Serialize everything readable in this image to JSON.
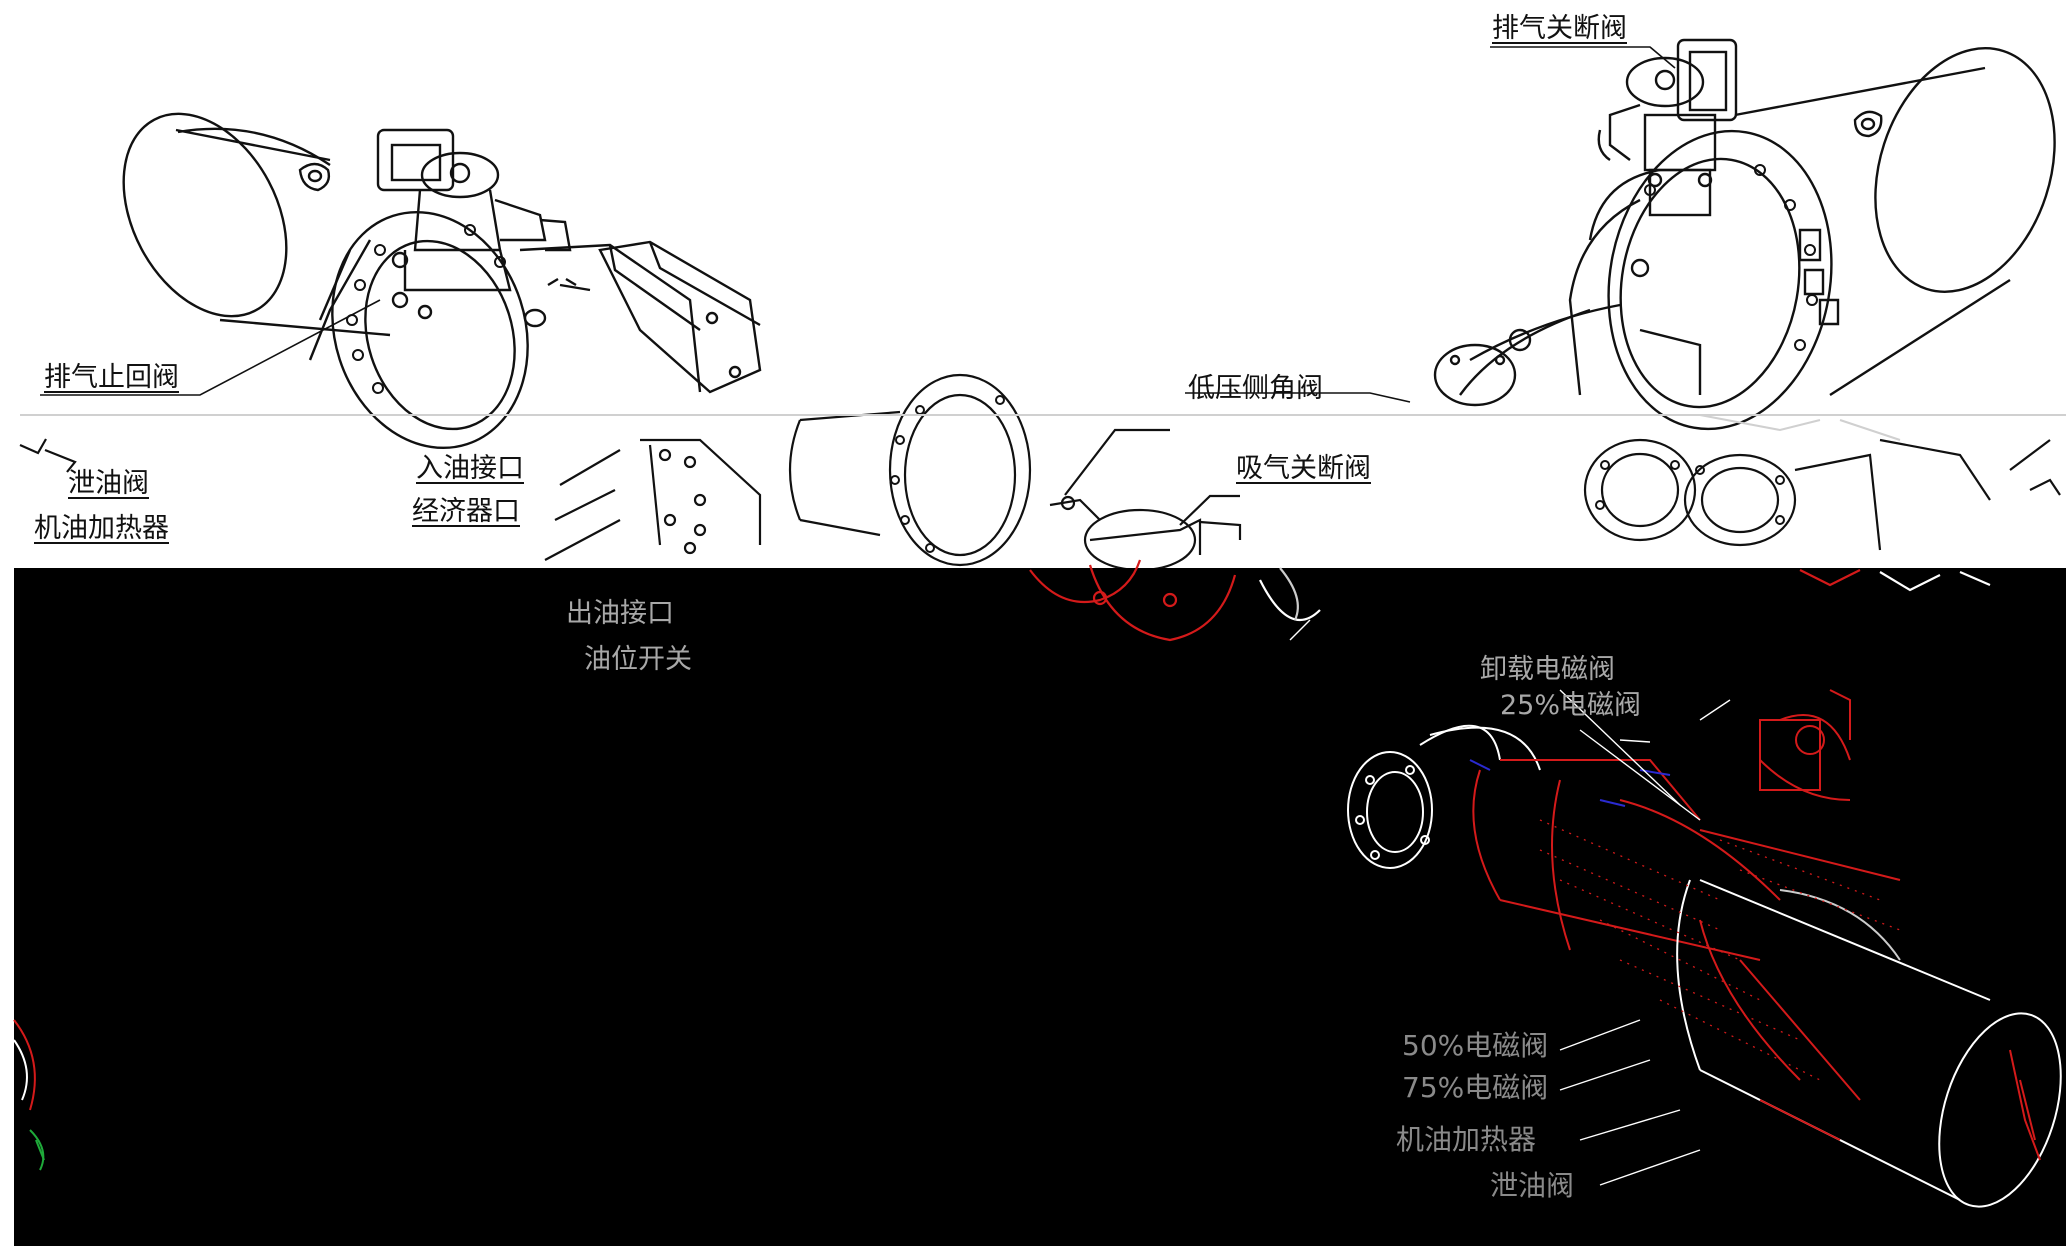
{
  "figure": {
    "labels": {
      "discharge_shutoff_valve": "排气关断阀",
      "discharge_check_valve": "排气止回阀",
      "low_pressure_angle_valve": "低压侧角阀",
      "drain_valve": "泄油阀",
      "oil_heater": "机油加热器",
      "oil_inlet_port": "入油接口",
      "economizer_port": "经济器口",
      "suction_shutoff_valve": "吸气关断阀",
      "oil_outlet_port": "出油接口",
      "oil_level_switch": "油位开关",
      "unload_solenoid_valve": "卸载电磁阀",
      "sol_25": "25%电磁阀",
      "sol_50": "50%电磁阀",
      "sol_75": "75%电磁阀",
      "oil_heater_2": "机油加热器",
      "drain_valve_2": "泄油阀"
    },
    "colors": {
      "background": "#ffffff",
      "ink": "#111111",
      "dark_band": "#000000",
      "ghost_text": "#a8a8a8",
      "ghost_lines": "#d8d8d8",
      "red_lines": "#d41a1a",
      "blue_lines": "#2a2ad0",
      "green_lines": "#1faa3a"
    }
  }
}
